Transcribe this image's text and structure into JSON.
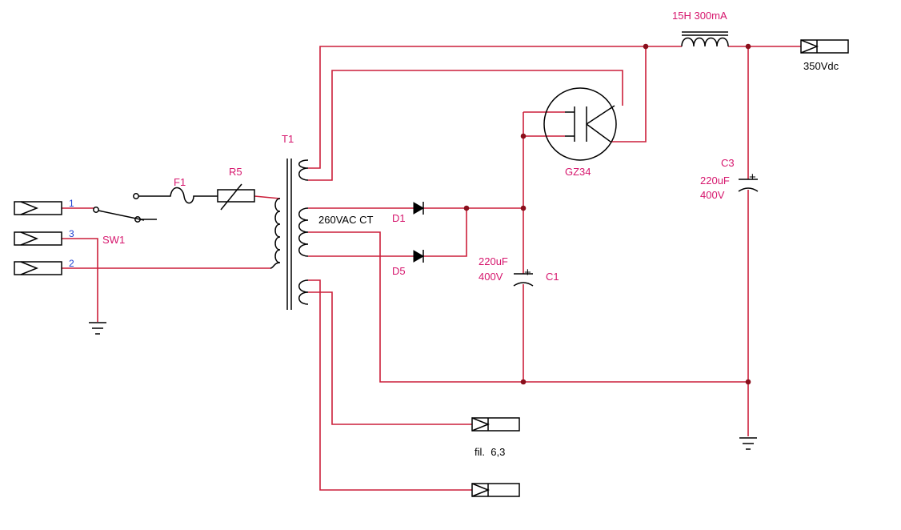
{
  "labels": {
    "transformer": "T1",
    "fuse": "F1",
    "thermistor": "R5",
    "switch": "SW1",
    "diode_top": "D1",
    "diode_bottom": "D5",
    "tube": "GZ34",
    "choke": "15H 300mA",
    "cap1_name": "C1",
    "cap1_value": "220uF",
    "cap1_voltage": "400V",
    "cap3_name": "C3",
    "cap3_value": "220uF",
    "cap3_voltage": "400V",
    "secondary": "260VAC CT",
    "output": "350Vdc",
    "filament": "fil.  6,3",
    "plus": "+",
    "pin1": "1",
    "pin2": "2",
    "pin3": "3"
  },
  "colors": {
    "wire": "#cc1f3a",
    "component": "#000000",
    "label": "#d6166d",
    "pin_label": "#1c3fd1"
  }
}
